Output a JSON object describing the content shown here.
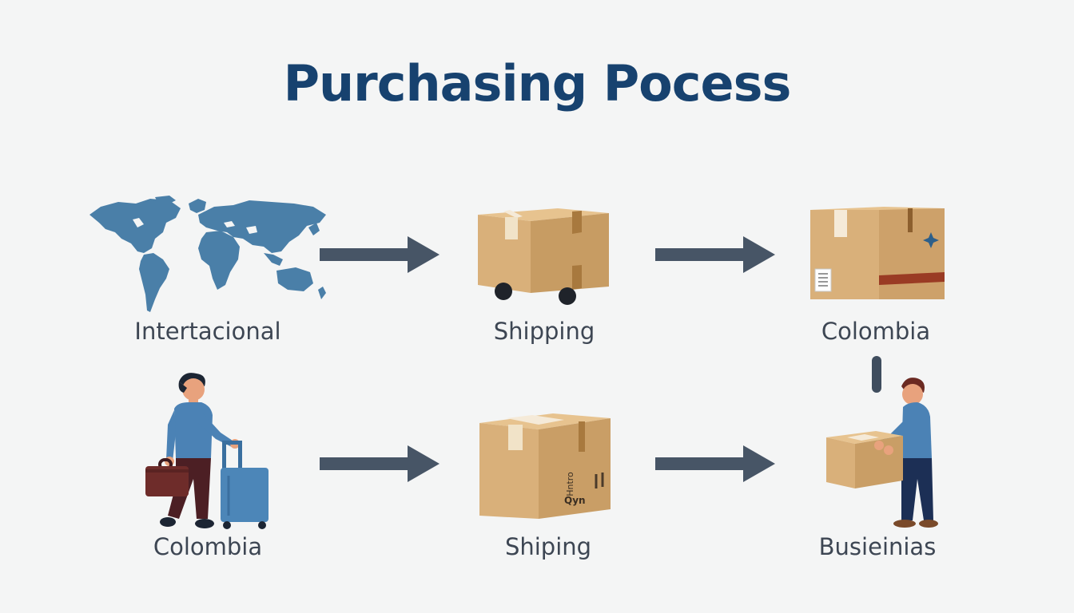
{
  "title": "Purchasing Pocess",
  "nodes": [
    {
      "label": "Intertacional",
      "icon": "world-map-icon"
    },
    {
      "label": "Shipping",
      "icon": "box-on-wheels-icon"
    },
    {
      "label": "Colombia",
      "icon": "labeled-package-icon"
    },
    {
      "label": "Colombia",
      "icon": "traveler-with-luggage-icon"
    },
    {
      "label": "Shiping",
      "icon": "taped-box-icon"
    },
    {
      "label": "Busieinias",
      "icon": "person-carrying-box-icon"
    }
  ],
  "box_printed_text": [
    "Hntro",
    "Qyn"
  ],
  "colors": {
    "title": "#17426f",
    "label": "#3d4653",
    "arrow": "#475566",
    "map": "#4a7fa8",
    "cardboard": "#d9b07a",
    "shirt": "#4b82b5"
  }
}
